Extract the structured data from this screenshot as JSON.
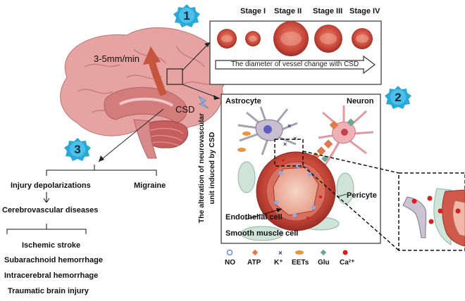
{
  "badges": [
    "1",
    "2",
    "3"
  ],
  "rate_label": "3-5mm/min",
  "csd_label": "CSD",
  "stages": [
    "Stage I",
    "Stage II",
    "Stage III",
    "Stage IV"
  ],
  "diameter_caption": "The diameter of vessel change with CSD",
  "nvu": {
    "astrocyte": "Astrocyte",
    "neuron": "Neuron",
    "pericyte": "Pericyte",
    "endothelial": "Endothelial cell",
    "smooth_muscle": "Smooth muscle cell",
    "vertical_title_line1": "The alteration of neurovascular",
    "vertical_title_line2": "unit induced by CSD"
  },
  "legend": [
    {
      "label": "NO",
      "symbol": "circle",
      "color": "#8fa8e8"
    },
    {
      "label": "ATP",
      "symbol": "diamond",
      "color": "#e07a4a"
    },
    {
      "label": "K⁺",
      "symbol": "cross",
      "color": "#3b3b7a"
    },
    {
      "label": "EETs",
      "symbol": "capsule",
      "color": "#e8943a"
    },
    {
      "label": "Glu",
      "symbol": "diamond-green",
      "color": "#6fa890"
    },
    {
      "label": "Ca²⁺",
      "symbol": "dot",
      "color": "#d81e1e"
    }
  ],
  "left_tree": {
    "injury": "Injury depolarizations",
    "migraine": "Migraine",
    "cerebrovascular": "Cerebrovascular diseases",
    "items": [
      "Ischemic stroke",
      "Subarachnoid hemorrhage",
      "Intracerebral hemorrhage",
      "Traumatic brain injury"
    ]
  },
  "colors": {
    "badge": "#2aa9d8",
    "vessel": "#c94a3a",
    "brain": "#e6a0a0",
    "arrow": "#c6553e"
  }
}
